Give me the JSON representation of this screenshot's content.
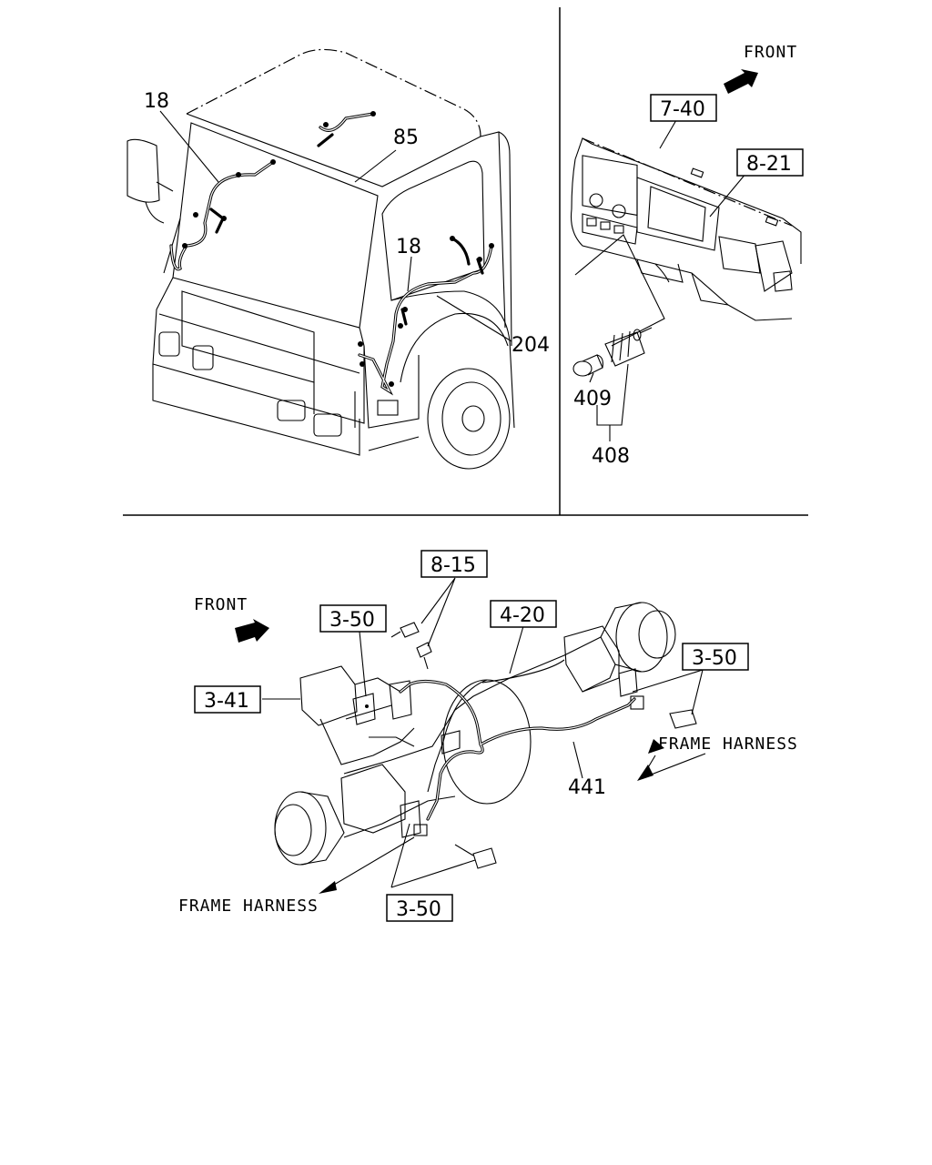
{
  "top_left": {
    "callouts": {
      "c18a": "18",
      "c85": "85",
      "c18b": "18",
      "c204": "204"
    }
  },
  "top_right": {
    "front_label": "FRONT",
    "callouts": {
      "ref740": "7-40",
      "ref821": "8-21",
      "c409": "409",
      "c408": "408"
    }
  },
  "bottom": {
    "front_label": "FRONT",
    "callouts": {
      "ref815": "8-15",
      "ref350a": "3-50",
      "ref420": "4-20",
      "ref350b": "3-50",
      "ref341": "3-41",
      "frame_harness_right": "FRAME HARNESS",
      "c441": "441",
      "frame_harness_left": "FRAME HARNESS",
      "ref350c": "3-50"
    }
  }
}
